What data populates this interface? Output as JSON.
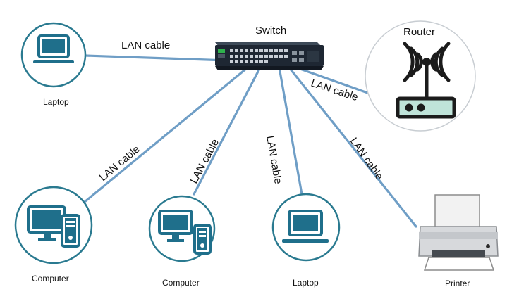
{
  "labels": {
    "switch": "Switch",
    "router": "Router",
    "cable": "LAN cable",
    "laptop": "Laptop",
    "computer": "Computer",
    "printer": "Printer"
  },
  "colors": {
    "cable": "#6f9ec6",
    "device": "#1f6f8b",
    "circle": "#2a7a90",
    "switch_body": "#1e2733"
  },
  "icons": [
    "laptop-icon",
    "computer-icon",
    "router-icon",
    "switch-icon",
    "printer-icon"
  ]
}
